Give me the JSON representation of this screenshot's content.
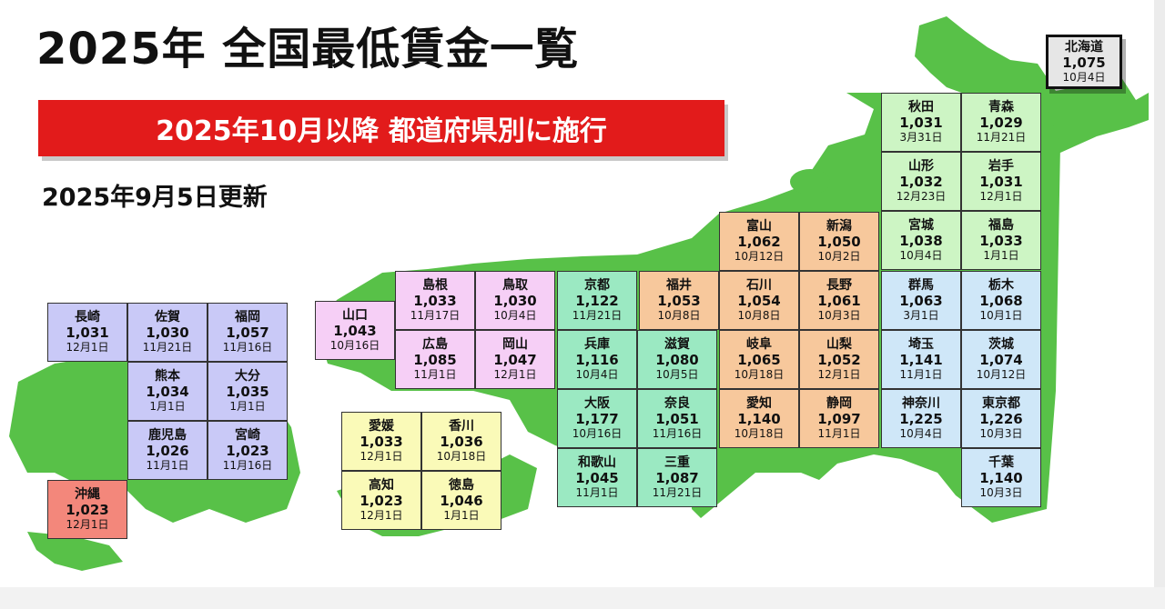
{
  "title": "2025年 全国最低賃金一覧",
  "banner": "2025年10月以降 都道府県別に施行",
  "updated": "2025年9月5日更新",
  "colors": {
    "land": "#58c148",
    "banner_bg": "#e21b1b",
    "tohoku": "#cdf5c4",
    "chubu": "#f7c89c",
    "kanto": "#cfe7f8",
    "kinki": "#9be9c2",
    "chugoku": "#f6cff6",
    "shikoku": "#fafab8",
    "kyushu": "#c9c9f7",
    "okinawa": "#f3877b",
    "hokkaido": "#e6e6e6"
  },
  "groups": {
    "hokkaido": [
      {
        "name": "北海道",
        "wage": "1,075",
        "date": "10月4日"
      }
    ],
    "tohoku": [
      {
        "name": "秋田",
        "wage": "1,031",
        "date": "3月31日"
      },
      {
        "name": "青森",
        "wage": "1,029",
        "date": "11月21日"
      },
      {
        "name": "山形",
        "wage": "1,032",
        "date": "12月23日"
      },
      {
        "name": "岩手",
        "wage": "1,031",
        "date": "12月1日"
      },
      {
        "name": "宮城",
        "wage": "1,038",
        "date": "10月4日"
      },
      {
        "name": "福島",
        "wage": "1,033",
        "date": "1月1日"
      }
    ],
    "chubu": [
      {
        "name": "富山",
        "wage": "1,062",
        "date": "10月12日"
      },
      {
        "name": "新潟",
        "wage": "1,050",
        "date": "10月2日"
      },
      {
        "name": "福井",
        "wage": "1,053",
        "date": "10月8日"
      },
      {
        "name": "石川",
        "wage": "1,054",
        "date": "10月8日"
      },
      {
        "name": "長野",
        "wage": "1,061",
        "date": "10月3日"
      },
      {
        "name": "岐阜",
        "wage": "1,065",
        "date": "10月18日"
      },
      {
        "name": "山梨",
        "wage": "1,052",
        "date": "12月1日"
      },
      {
        "name": "愛知",
        "wage": "1,140",
        "date": "10月18日"
      },
      {
        "name": "静岡",
        "wage": "1,097",
        "date": "11月1日"
      }
    ],
    "kanto": [
      {
        "name": "群馬",
        "wage": "1,063",
        "date": "3月1日"
      },
      {
        "name": "栃木",
        "wage": "1,068",
        "date": "10月1日"
      },
      {
        "name": "埼玉",
        "wage": "1,141",
        "date": "11月1日"
      },
      {
        "name": "茨城",
        "wage": "1,074",
        "date": "10月12日"
      },
      {
        "name": "神奈川",
        "wage": "1,225",
        "date": "10月4日"
      },
      {
        "name": "東京都",
        "wage": "1,226",
        "date": "10月3日"
      },
      {
        "name": "千葉",
        "wage": "1,140",
        "date": "10月3日"
      }
    ],
    "kinki": [
      {
        "name": "京都",
        "wage": "1,122",
        "date": "11月21日"
      },
      {
        "name": "兵庫",
        "wage": "1,116",
        "date": "10月4日"
      },
      {
        "name": "滋賀",
        "wage": "1,080",
        "date": "10月5日"
      },
      {
        "name": "大阪",
        "wage": "1,177",
        "date": "10月16日"
      },
      {
        "name": "奈良",
        "wage": "1,051",
        "date": "11月16日"
      },
      {
        "name": "和歌山",
        "wage": "1,045",
        "date": "11月1日"
      },
      {
        "name": "三重",
        "wage": "1,087",
        "date": "11月21日"
      }
    ],
    "chugoku": [
      {
        "name": "山口",
        "wage": "1,043",
        "date": "10月16日"
      },
      {
        "name": "島根",
        "wage": "1,033",
        "date": "11月17日"
      },
      {
        "name": "鳥取",
        "wage": "1,030",
        "date": "10月4日"
      },
      {
        "name": "広島",
        "wage": "1,085",
        "date": "11月1日"
      },
      {
        "name": "岡山",
        "wage": "1,047",
        "date": "12月1日"
      }
    ],
    "shikoku": [
      {
        "name": "愛媛",
        "wage": "1,033",
        "date": "12月1日"
      },
      {
        "name": "香川",
        "wage": "1,036",
        "date": "10月18日"
      },
      {
        "name": "高知",
        "wage": "1,023",
        "date": "12月1日"
      },
      {
        "name": "徳島",
        "wage": "1,046",
        "date": "1月1日"
      }
    ],
    "kyushu": [
      {
        "name": "長崎",
        "wage": "1,031",
        "date": "12月1日"
      },
      {
        "name": "佐賀",
        "wage": "1,030",
        "date": "11月21日"
      },
      {
        "name": "福岡",
        "wage": "1,057",
        "date": "11月16日"
      },
      {
        "name": "熊本",
        "wage": "1,034",
        "date": "1月1日"
      },
      {
        "name": "大分",
        "wage": "1,035",
        "date": "1月1日"
      },
      {
        "name": "鹿児島",
        "wage": "1,026",
        "date": "11月1日"
      },
      {
        "name": "宮崎",
        "wage": "1,023",
        "date": "11月16日"
      }
    ],
    "okinawa": [
      {
        "name": "沖縄",
        "wage": "1,023",
        "date": "12月1日"
      }
    ]
  }
}
